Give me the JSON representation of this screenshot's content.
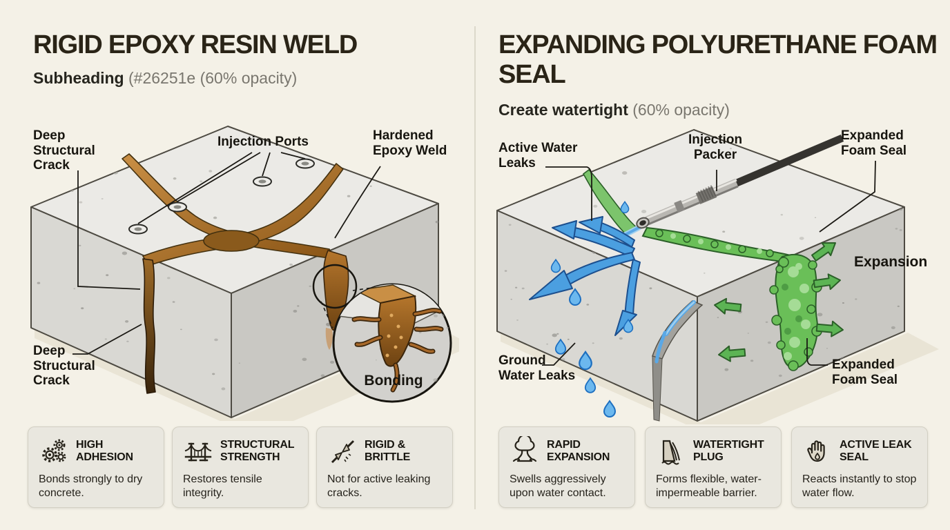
{
  "page": {
    "background": "#f4f1e7",
    "divider_color": "#dcd8cb"
  },
  "colors": {
    "title": "#2a2417",
    "epoxy_amber": "#a8692a",
    "epoxy_dark": "#5f3d12",
    "foam_green": "#6abf58",
    "foam_dark": "#2b5f28",
    "water_blue": "#4b9fe0",
    "concrete_top": "#ebeae6",
    "concrete_left": "#d9d8d3",
    "concrete_right": "#c9c8c3",
    "card_bg": "#e9e7df"
  },
  "left": {
    "title": "RIGID EPOXY RESIN WELD",
    "subheading_bold": "Subheading",
    "subheading_rest": " (#26251e (60% opacity)",
    "labels": {
      "deep_crack_top": "Deep Structural Crack",
      "injection_ports": "Injection Ports",
      "hardened_epoxy": "Hardened Epoxy Weld",
      "deep_crack_bottom": "Deep Structural Crack",
      "bonding": "Bonding"
    },
    "cards": [
      {
        "icon": "gears-icon",
        "title": "HIGH ADHESION",
        "desc": "Bonds strongly to dry concrete."
      },
      {
        "icon": "bridge-icon",
        "title": "STRUCTURAL STRENGTH",
        "desc": "Restores tensile integrity."
      },
      {
        "icon": "impact-arrows-icon",
        "title": "RIGID & BRITTLE",
        "desc": "Not for active leaking cracks."
      }
    ]
  },
  "right": {
    "title": "EXPANDING POLYURETHANE FOAM SEAL",
    "subheading_bold": "Create watertight",
    "subheading_rest": " (60% opacity)",
    "labels": {
      "active_water_leaks": "Active Water Leaks",
      "injection_packer": "Injection Packer",
      "expanded_foam_top": "Expanded Foam Seal",
      "expansion": "Expansion",
      "ground_water_leaks": "Ground Water Leaks",
      "expanded_foam_bottom": "Expanded Foam Seal"
    },
    "cards": [
      {
        "icon": "expansion-cloud-icon",
        "title": "RAPID EXPANSION",
        "desc": "Swells aggressively upon water contact."
      },
      {
        "icon": "dam-icon",
        "title": "WATERTIGHT PLUG",
        "desc": "Forms flexible, water-impermeable barrier."
      },
      {
        "icon": "hand-drop-icon",
        "title": "ACTIVE LEAK SEAL",
        "desc": "Reacts instantly to stop water flow."
      }
    ]
  }
}
